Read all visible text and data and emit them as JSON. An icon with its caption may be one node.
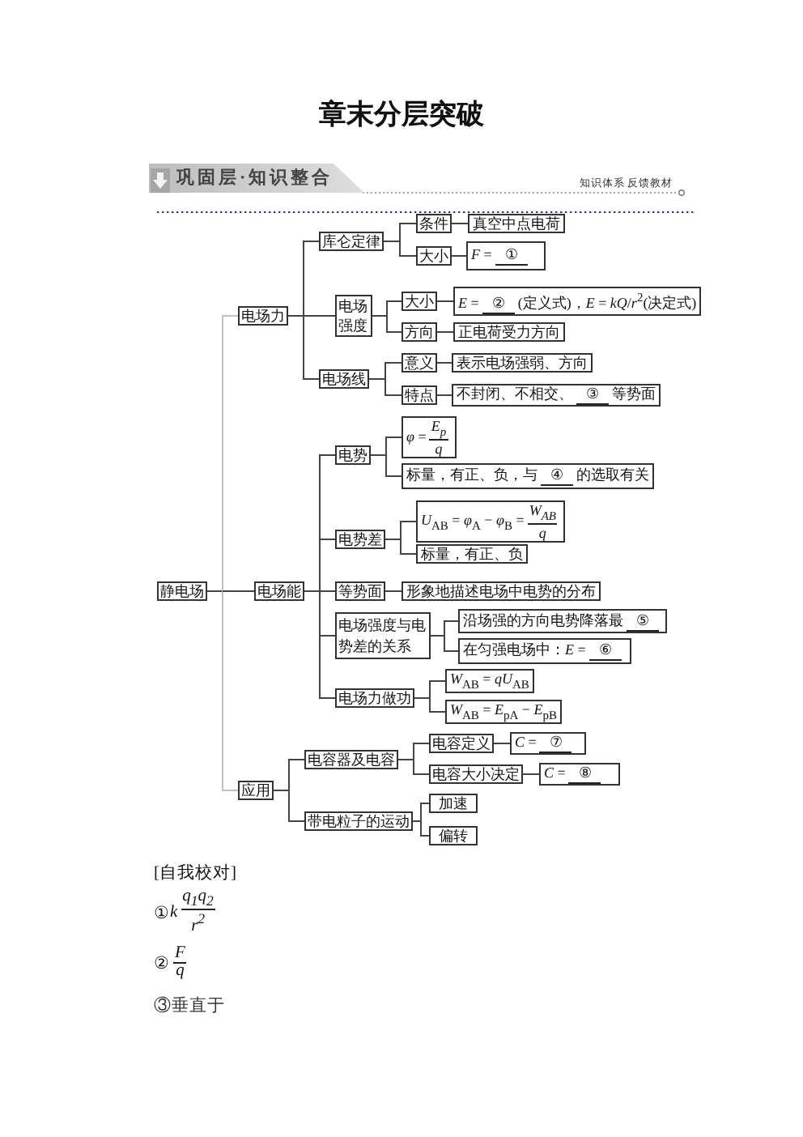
{
  "diagram": {
    "title": "章末分层突破",
    "nodes": [
      {
        "text": [
          "静电场"
        ]
      },
      {
        "text": [
          "电场力"
        ]
      },
      {
        "text": [
          "库仑定律"
        ]
      },
      {
        "text": [
          "条件"
        ]
      },
      {
        "text": [
          "真空中点电荷"
        ]
      },
      {
        "text": [
          "大小"
        ]
      },
      {
        "text": [
          "*F* =",
          "①"
        ]
      },
      {
        "text": [
          "电场强度"
        ]
      },
      {
        "text": [
          "大小"
        ]
      },
      {
        "text": [
          "*E* =",
          "②",
          "(定义式)，*E* = *kQ*/*r*$^{2}$(决定式)"
        ]
      },
      {
        "text": [
          "方向"
        ]
      },
      {
        "text": [
          "正电荷受力方向"
        ]
      },
      {
        "text": [
          "电场线"
        ]
      },
      {
        "text": [
          "意义"
        ]
      },
      {
        "text": [
          "表示电场强弱、方向"
        ]
      },
      {
        "text": [
          "特点"
        ]
      },
      {
        "text": [
          "不封闭、不相交、",
          "③",
          "等势面"
        ]
      },
      {
        "text": [
          "电场能"
        ]
      },
      {
        "text": [
          "电势"
        ]
      },
      {
        "text": [
          "*φ* =",
          "E$_{p}$",
          "q"
        ]
      },
      {
        "text": [
          "标量，有正、负，与",
          "④",
          "的选取有关"
        ]
      },
      {
        "text": [
          "电势差"
        ]
      },
      {
        "text": [
          "*U*$_{AB}$ = *φ*$_{A}$ − *φ*$_{B}$ =",
          "W$_{AB}$",
          "q"
        ]
      },
      {
        "text": [
          "标量，有正、负"
        ]
      },
      {
        "text": [
          "等势面"
        ]
      },
      {
        "text": [
          "形象地描述电场中电势的分布"
        ]
      },
      {
        "text": [
          "电场强度与电势差的关系"
        ]
      },
      {
        "text": [
          "沿场强的方向电势降落最",
          "⑤"
        ]
      },
      {
        "text": [
          "在匀强电场中：*E* =",
          "⑥"
        ]
      },
      {
        "text": [
          "电场力做功"
        ]
      },
      {
        "text": [
          "*W*$_{AB}$ = *qU*$_{AB}$"
        ]
      },
      {
        "text": [
          "*W*$_{AB}$ = *E*$_{pA}$ − *E*$_{pB}$"
        ]
      },
      {
        "text": [
          "应用"
        ]
      },
      {
        "text": [
          "电容器及电容"
        ]
      },
      {
        "text": [
          "电容定义"
        ]
      },
      {
        "text": [
          "*C* =",
          "⑦"
        ]
      },
      {
        "text": [
          "电容大小决定"
        ]
      },
      {
        "text": [
          "*C* =",
          "⑧"
        ]
      },
      {
        "text": [
          "带电粒子的运动"
        ]
      },
      {
        "text": [
          "加速"
        ]
      },
      {
        "text": [
          "偏转"
        ]
      }
    ],
    "edges": [
      {
        "from": 0,
        "to": 1,
        "arrow": "none",
        "color": "#c0c0c0"
      },
      {
        "from": 0,
        "to": 17,
        "arrow": "none"
      },
      {
        "from": 0,
        "to": 32,
        "arrow": "none",
        "color": "#c0c0c0"
      },
      {
        "from": 1,
        "to": 2,
        "arrow": "none"
      },
      {
        "from": 1,
        "to": 7,
        "arrow": "none"
      },
      {
        "from": 1,
        "to": 12,
        "arrow": "none"
      },
      {
        "from": 2,
        "to": 3,
        "arrow": "none"
      },
      {
        "from": 2,
        "to": 5,
        "arrow": "none"
      },
      {
        "from": 3,
        "to": 4,
        "arrow": "none"
      },
      {
        "from": 5,
        "to": 6,
        "arrow": "none"
      },
      {
        "from": 7,
        "to": 8,
        "arrow": "none"
      },
      {
        "from": 7,
        "to": 10,
        "arrow": "none"
      },
      {
        "from": 8,
        "to": 9,
        "arrow": "none"
      },
      {
        "from": 10,
        "to": 11,
        "arrow": "none"
      },
      {
        "from": 12,
        "to": 13,
        "arrow": "none"
      },
      {
        "from": 12,
        "to": 15,
        "arrow": "none"
      },
      {
        "from": 13,
        "to": 14,
        "arrow": "none"
      },
      {
        "from": 15,
        "to": 16,
        "arrow": "none"
      },
      {
        "from": 17,
        "to": 18,
        "arrow": "none"
      },
      {
        "from": 17,
        "to": 21,
        "arrow": "none"
      },
      {
        "from": 17,
        "to": 24,
        "arrow": "none"
      },
      {
        "from": 17,
        "to": 26,
        "arrow": "none"
      },
      {
        "from": 17,
        "to": 29,
        "arrow": "none"
      },
      {
        "from": 18,
        "to": 19,
        "arrow": "none"
      },
      {
        "from": 18,
        "to": 20,
        "arrow": "none"
      },
      {
        "from": 21,
        "to": 22,
        "arrow": "none"
      },
      {
        "from": 21,
        "to": 23,
        "arrow": "none"
      },
      {
        "from": 24,
        "to": 25,
        "arrow": "none"
      },
      {
        "from": 26,
        "to": 27,
        "arrow": "none"
      },
      {
        "from": 26,
        "to": 28,
        "arrow": "none"
      },
      {
        "from": 29,
        "to": 30,
        "arrow": "none"
      },
      {
        "from": 29,
        "to": 31,
        "arrow": "none"
      },
      {
        "from": 32,
        "to": 33,
        "arrow": "none"
      },
      {
        "from": 32,
        "to": 38,
        "arrow": "none"
      },
      {
        "from": 33,
        "to": 34,
        "arrow": "none"
      },
      {
        "from": 33,
        "to": 36,
        "arrow": "none"
      },
      {
        "from": 34,
        "to": 35,
        "arrow": "none"
      },
      {
        "from": 36,
        "to": 37,
        "arrow": "none"
      },
      {
        "from": 38,
        "to": 39,
        "arrow": "none"
      },
      {
        "from": 38,
        "to": 40,
        "arrow": "none"
      }
    ],
    "labels": [
      "巩固层·知识整合",
      "知识体系 反馈教材",
      "[自我校对]",
      "①",
      "k",
      "q$_{1}$q$_{2}$",
      "r$^{2}$",
      "②",
      "F",
      "q",
      "③垂直于"
    ]
  }
}
